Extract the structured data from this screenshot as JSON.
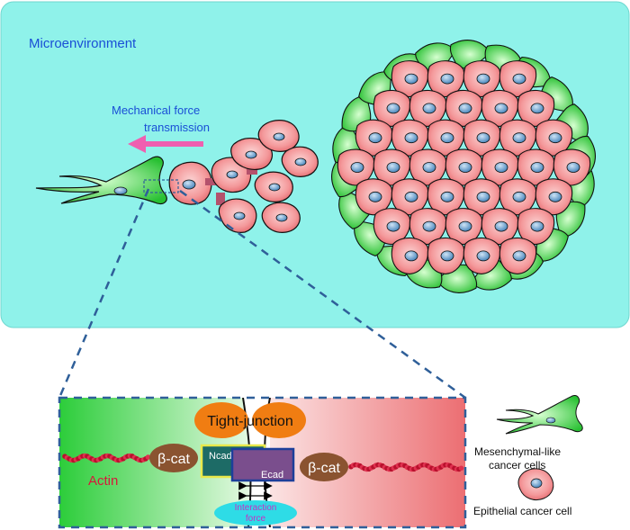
{
  "microenvironment": {
    "label": "Microenvironment"
  },
  "force": {
    "line1": "Mechanical force",
    "line2": "transmission"
  },
  "inset": {
    "tight_junction": "Tight-junction",
    "actin": "Actin",
    "beta_cat_left": "β-cat",
    "beta_cat_right": "β-cat",
    "ncad": "Ncad",
    "ecad": "Ecad",
    "interaction_line1": "Interaction",
    "interaction_line2": "force"
  },
  "legend": {
    "mesenchymal_line1": "Mesenchymal-like",
    "mesenchymal_line2": "cancer cells",
    "epithelial": "Epithelial cancer cell"
  },
  "colors": {
    "background": "#8ff2ea",
    "epithelial_fill": "#f28e92",
    "mesenchymal_fill": "#3fd34a",
    "nucleus": "#5a98c6",
    "arrow": "#ef5fb0",
    "label_blue": "#1a4fd6",
    "actin_red": "#d6193b",
    "dash_blue": "#2f5f99",
    "tight_junction": "#f07d12",
    "beta_cat": "#8a5330"
  }
}
